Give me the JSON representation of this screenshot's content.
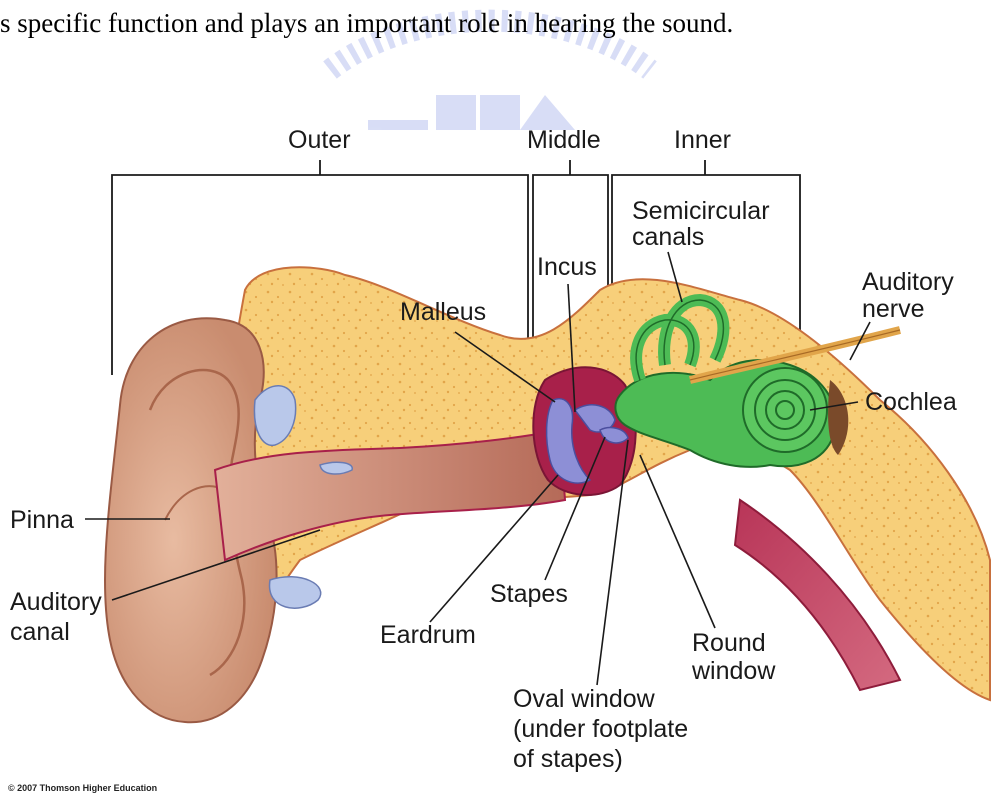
{
  "heading_text": "s specific function and plays an important role in hearing the sound.",
  "regions": {
    "outer": "Outer",
    "middle": "Middle",
    "inner": "Inner"
  },
  "labels": {
    "semicircular_1": "Semicircular",
    "semicircular_2": "canals",
    "incus": "Incus",
    "auditory_nerve_1": "Auditory",
    "auditory_nerve_2": "nerve",
    "malleus": "Malleus",
    "cochlea": "Cochlea",
    "pinna": "Pinna",
    "auditory_canal_1": "Auditory",
    "auditory_canal_2": "canal",
    "stapes": "Stapes",
    "eardrum": "Eardrum",
    "round_window_1": "Round",
    "round_window_2": "window",
    "oval_window_1": "Oval window",
    "oval_window_2": "(under footplate",
    "oval_window_3": "of stapes)"
  },
  "copyright": "© 2007 Thomson Higher Education",
  "colors": {
    "skin": "#d9a58a",
    "bone": "#f7cf7a",
    "canal": "#c98a6e",
    "cochlea": "#4dbb55",
    "middle_ear": "#a8204a",
    "ossicles": "#8d8fd6",
    "watermark": "#b9c2ef"
  }
}
